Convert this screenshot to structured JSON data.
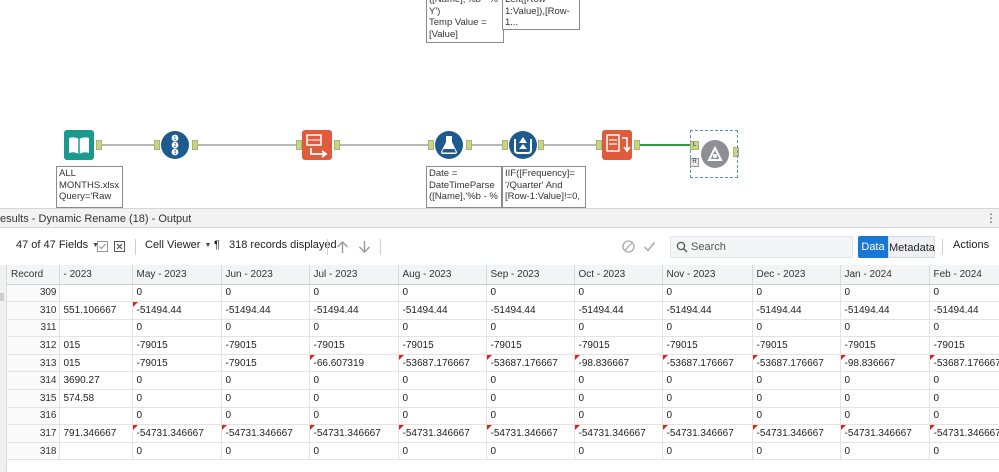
{
  "canvas": {
    "annotations": {
      "top_left": "([Name],'%b - %\nY')\nTemp Value =\n[Value]",
      "top_right": "Left([Row-\n1:Value]),[Row-\n1...",
      "input": "ALL\nMONTHS.xlsx\nQuery='Raw",
      "formula_date": "Date =\nDateTimeParse\n([Name],'%b - %",
      "formula_iif": "IIF([Frequency]=\n'/Quarter' And\n[Row-1:Value]!=0,"
    },
    "colors": {
      "input_tool": "#1a9a8c",
      "record_id_tool": "#1d5a8e",
      "transpose_tool": "#e05a3c",
      "formula_tool": "#1d5a8e",
      "multirow_tool": "#1d5a8e",
      "rename_tool": "#e05a3c",
      "output_tool": "#8c9096",
      "anchor": "#c8d48a",
      "accent": "#1976d2",
      "flag": "#d9261c"
    }
  },
  "results": {
    "title": "esults - Dynamic Rename (18) - Output",
    "menu_icon": "⋮"
  },
  "toolbar": {
    "fields": "47 of 47 Fields",
    "cell_viewer": "Cell Viewer",
    "pilcrow": "¶",
    "records": "318 records displayed",
    "search_placeholder": "Search",
    "tab_data": "Data",
    "tab_metadata": "Metadata",
    "actions": "Actions"
  },
  "grid": {
    "columns": [
      "Record",
      "- 2023",
      "May - 2023",
      "Jun - 2023",
      "Jul - 2023",
      "Aug - 2023",
      "Sep - 2023",
      "Oct - 2023",
      "Nov - 2023",
      "Dec - 2023",
      "Jan - 2024",
      "Feb - 2024"
    ],
    "rows": [
      {
        "record": "309",
        "values": [
          "",
          "0",
          "0",
          "0",
          "0",
          "0",
          "0",
          "0",
          "0",
          "0",
          "0"
        ],
        "flags": []
      },
      {
        "record": "310",
        "values": "551.106667|-51494.44|-51494.44|-51494.44|-51494.44|-51494.44|-51494.44|-51494.44|-51494.44|-51494.44|-51494.44",
        "flags": [
          1
        ]
      },
      {
        "record": "311",
        "values": "|0|0|0|0|0|0|0|0|0|0",
        "flags": []
      },
      {
        "record": "312",
        "values": "015|-79015|-79015|-79015|-79015|-79015|-79015|-79015|-79015|-79015|-79015",
        "flags": []
      },
      {
        "record": "313",
        "values": "015|-79015|-79015|-66.607319|-53687.176667|-53687.176667|-98.836667|-53687.176667|-53687.176667|-98.836667|-53687.176667",
        "flags": [
          3,
          4,
          5,
          6,
          7,
          8,
          9,
          10
        ]
      },
      {
        "record": "314",
        "values": "3690.27|0|0|0|0|0|0|0|0|0|0",
        "flags": []
      },
      {
        "record": "315",
        "values": "574.58|0|0|0|0|0|0|0|0|0|0",
        "flags": []
      },
      {
        "record": "316",
        "values": "|0|0|0|0|0|0|0|0|0|0",
        "flags": []
      },
      {
        "record": "317",
        "values": "791.346667|-54731.346667|-54731.346667|-54731.346667|-54731.346667|-54731.346667|-54731.346667|-54731.346667|-54731.346667|-54731.346667|-54731.346667",
        "flags": [
          1,
          2,
          3,
          4,
          5,
          6,
          7,
          8,
          9,
          10
        ]
      },
      {
        "record": "318",
        "values": "|0|0|0|0|0|0|0|0|0|0",
        "flags": []
      }
    ]
  }
}
